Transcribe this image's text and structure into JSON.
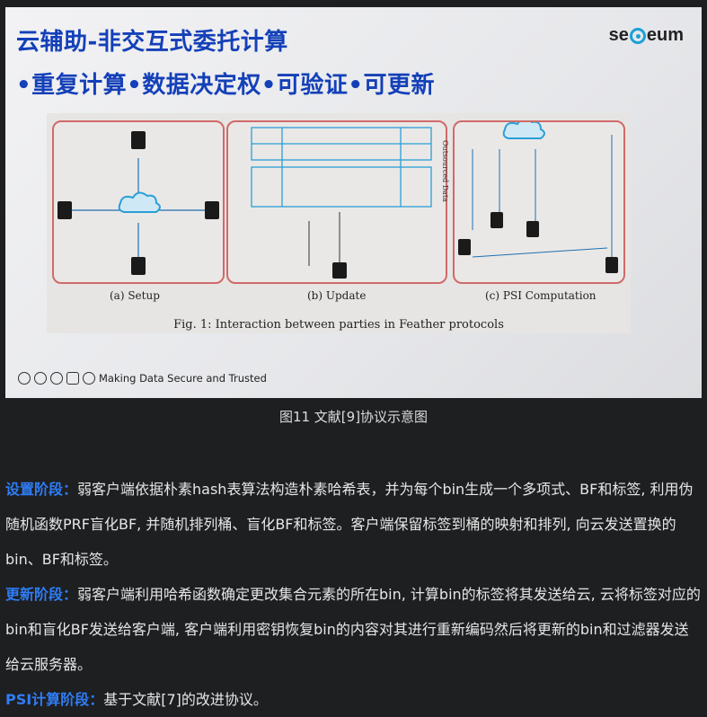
{
  "slide": {
    "title_line1": "云辅助-非交互式委托计算",
    "title_line2": "•重复计算•数据决定权•可验证•可更新",
    "logo_text_left": "se",
    "logo_text_right": "eum",
    "footer_text": "Making Data Secure and Trusted",
    "figure": {
      "panel_a_label": "(a) Setup",
      "panel_b_label": "(b) Update",
      "panel_c_label": "(c) PSI Computation",
      "fig_caption": "Fig. 1: Interaction between parties in Feather protocols",
      "outsourced_label": "Outsourced Data"
    }
  },
  "image_caption": "图11 文献[9]协议示意图",
  "paragraphs": [
    {
      "label": "设置阶段：",
      "text": "弱客户端依据朴素hash表算法构造朴素哈希表，并为每个bin生成一个多项式、BF和标签, 利用伪随机函数PRF盲化BF, 并随机排列桶、盲化BF和标签。客户端保留标签到桶的映射和排列, 向云发送置换的bin、BF和标签。"
    },
    {
      "label": "更新阶段：",
      "text": "弱客户端利用哈希函数确定更改集合元素的所在bin, 计算bin的标签将其发送给云, 云将标签对应的bin和盲化BF发送给客户端, 客户端利用密钥恢复bin的内容对其进行重新编码然后将更新的bin和过滤器发送给云服务器。"
    },
    {
      "label": "PSI计算阶段：",
      "text": "基于文献[7]的改进协议。"
    }
  ],
  "colors": {
    "accent_blue": "#2f7df6",
    "title_blue": "#1440b8",
    "panel_border": "#d06a6a",
    "cloud_blue": "#2a9fd6"
  }
}
